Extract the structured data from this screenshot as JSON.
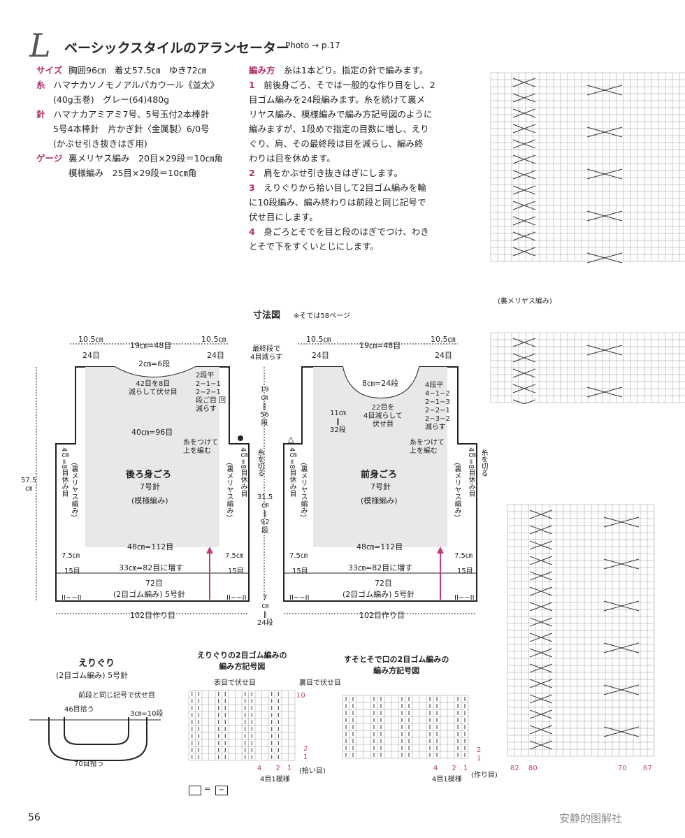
{
  "header": {
    "initial": "L",
    "title": "ベーシックスタイルのアランセーター",
    "photo_ref": "Photo → p.17"
  },
  "specs": [
    {
      "label": "サイズ",
      "lines": [
        "胸囲96㎝　着丈57.5㎝　ゆき72㎝"
      ]
    },
    {
      "label": "糸",
      "lines": [
        "ハマナカソノモノアルパカウール《並太》",
        "(40g玉巻)　グレー(64)480g"
      ]
    },
    {
      "label": "針",
      "lines": [
        "ハマナカアミアミ7号、5号玉付2本棒針",
        "5号4本棒針　片かぎ針〈金属製〉6/0号",
        "(かぶせ引き抜きはぎ用)"
      ]
    },
    {
      "label": "ゲージ",
      "lines": [
        "裏メリヤス編み　20目×29段＝10㎝角",
        "模様編み　25目×29段＝10㎝角"
      ]
    }
  ],
  "instructions": {
    "label": "編み方",
    "intro": "糸は1本どり。指定の針で編みます。",
    "steps": [
      {
        "n": "1",
        "lines": [
          "前後身ごろ、そでは一般的な作り目をし、2",
          "目ゴム編みを24段編みます。糸を続けて裏メ",
          "リヤス編み、模様編みで編み方記号図のように",
          "編みますが、1段めで指定の目数に増し、えり",
          "ぐり、肩、その最終段は目を減らし、編み終",
          "わりは目を休めます。"
        ]
      },
      {
        "n": "2",
        "lines": [
          "肩をかぶせ引き抜きはぎにします。"
        ]
      },
      {
        "n": "3",
        "lines": [
          "えりぐりから拾い目して2目ゴム編みを輪",
          "に10段編み、編み終わりは前段と同じ記号で",
          "伏せ目にします。"
        ]
      },
      {
        "n": "4",
        "lines": [
          "身ごろとそでを目と段のはぎでつけ、わき",
          "とそで下をすくいとじにします。"
        ]
      }
    ]
  },
  "schematic": {
    "title": "寸法図",
    "note": "※そでは58ページ",
    "back": {
      "top_left": "10.5㎝",
      "top_left_st": "24目",
      "top_mid": "19㎝=48目",
      "top_right": "10.5㎝",
      "top_right_st": "24目",
      "neck": "2㎝=6段",
      "neck_dec": [
        "42目を8目",
        "減らして伏せ目"
      ],
      "shoulder": [
        "2段平",
        "2−1−1",
        "2−2−1",
        "段ご目 回",
        "減らす"
      ],
      "width40": "40㎝=96目",
      "yarn": [
        "糸をつけて",
        "上を編む"
      ],
      "name": "後ろ身ごろ",
      "needle": "7号針",
      "pattern": "(模様編み)",
      "side_l": "4㎝=8目休み目",
      "side_l2": "(裏メリヤス編み)",
      "side_r": "4㎝=8目休み目",
      "side_r2": "(裏メリヤス編み)",
      "width48": "48㎝=112目",
      "rib_l": "7.5㎝",
      "rib_l2": "15目",
      "rib_r": "7.5㎝",
      "rib_r2": "15目",
      "inc": "33㎝=82目に増す",
      "rib_st": "72目",
      "rib": "(2目ゴム編み) 5号針",
      "cast": "102目作り目",
      "rib_symbol": "II−−II"
    },
    "mid": {
      "last_row": [
        "最終段で",
        "4目減らす"
      ],
      "len1": [
        "19",
        "㎝",
        "‖",
        "56",
        "段"
      ],
      "total": [
        "57.5",
        "㎝"
      ],
      "len2": [
        "31.5",
        "㎝",
        "‖",
        "92",
        "段"
      ],
      "len3": [
        "7",
        "㎝",
        "‖",
        "24段"
      ],
      "cut": "糸を切る"
    },
    "front": {
      "top_left": "10.5㎝",
      "top_left_st": "24目",
      "top_mid": "19㎝=48目",
      "top_right": "10.5㎝",
      "top_right_st": "24目",
      "neck": "8㎝=24段",
      "neck_dec": [
        "22目を",
        "4目減らして",
        "伏せ目"
      ],
      "shoulder": [
        "4段平",
        "4−1−2",
        "2−1−3",
        "2−2−1",
        "2−3−2",
        "減らす"
      ],
      "side11": [
        "11㎝",
        "‖",
        "32段"
      ],
      "yarn": [
        "糸をつけて",
        "上を編む"
      ],
      "name": "前身ごろ",
      "needle": "7号針",
      "pattern": "(模様編み)",
      "side_l": "4㎝=8目休み目",
      "side_l2": "(裏メリヤス編み)",
      "side_r": "4㎝=8目休み目",
      "side_r2": "(裏メリヤス編み)",
      "width48": "48㎝=112目",
      "rib_l": "7.5㎝",
      "rib_l2": "15目",
      "rib_r": "7.5㎝",
      "rib_r2": "15目",
      "inc": "33㎝=82目に増す",
      "rib_st": "72目",
      "rib": "(2目ゴム編み) 5号針",
      "cast": "102目作り目",
      "rib_symbol": "II−−II"
    }
  },
  "neckband": {
    "title": "えりぐり",
    "sub": "(2目ゴム編み) 5号針",
    "same": "前段と同じ記号で伏せ目",
    "pick46": "46目拾う",
    "len": "3㎝=10段",
    "pick70": "70目拾う"
  },
  "chart_neck": {
    "title": [
      "えりぐりの2目ゴム編みの",
      "編み方記号図"
    ],
    "knit_bo": "表目で伏せ目",
    "purl_bo": "裏目で伏せ目",
    "row10": "10",
    "row2": "2",
    "row1": "1",
    "repeat": "4目1模様",
    "pick": "(拾い目)",
    "cols": "4　　2　1"
  },
  "chart_hem": {
    "title": [
      "すそとそで口の2目ゴム編みの",
      "編み方記号図"
    ],
    "row2": "2",
    "row1": "1",
    "repeat": "4目1模様",
    "cast": "(作り目)",
    "cols": "4　　2　1"
  },
  "legend": {
    "equals": "="
  },
  "right_charts": {
    "rev_label": "(裏メリヤス編み)",
    "cols": [
      "82",
      "80",
      "70",
      "67"
    ]
  },
  "page": {
    "number": "56",
    "watermark": "安静的图解社"
  }
}
